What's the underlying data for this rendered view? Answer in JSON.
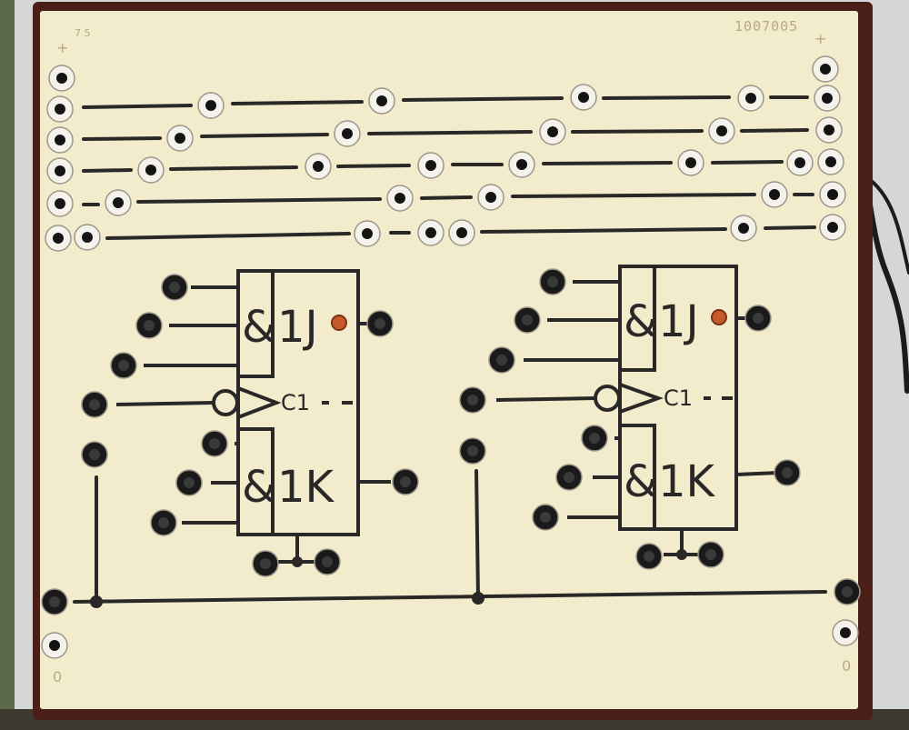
{
  "colors": {
    "background": "#d4d6d8",
    "frame": "#4a1f17",
    "panel": "#f2ebcc",
    "trace": "#2a2826",
    "socket_white": "#f4f2ea",
    "socket_black": "#1a1a1a",
    "led": "#c65a2a",
    "cable": "#1b1b1b"
  },
  "panel": {
    "serial": "1007005",
    "plus_left": "+",
    "plus_right": "+",
    "zero_left": "0",
    "zero_right": "0",
    "pin_mark": "7 5"
  },
  "flipflops": [
    {
      "name": "left",
      "and_sym": "&",
      "j_label": "1J",
      "k_label": "1K",
      "clock_label": "C1"
    },
    {
      "name": "right",
      "and_sym": "&",
      "j_label": "1J",
      "k_label": "1K",
      "clock_label": "C1"
    }
  ],
  "icons": {
    "socket": "banana-socket-icon",
    "led": "led-icon",
    "clock": "clock-triangle-icon",
    "inverter": "inversion-bubble-icon"
  }
}
